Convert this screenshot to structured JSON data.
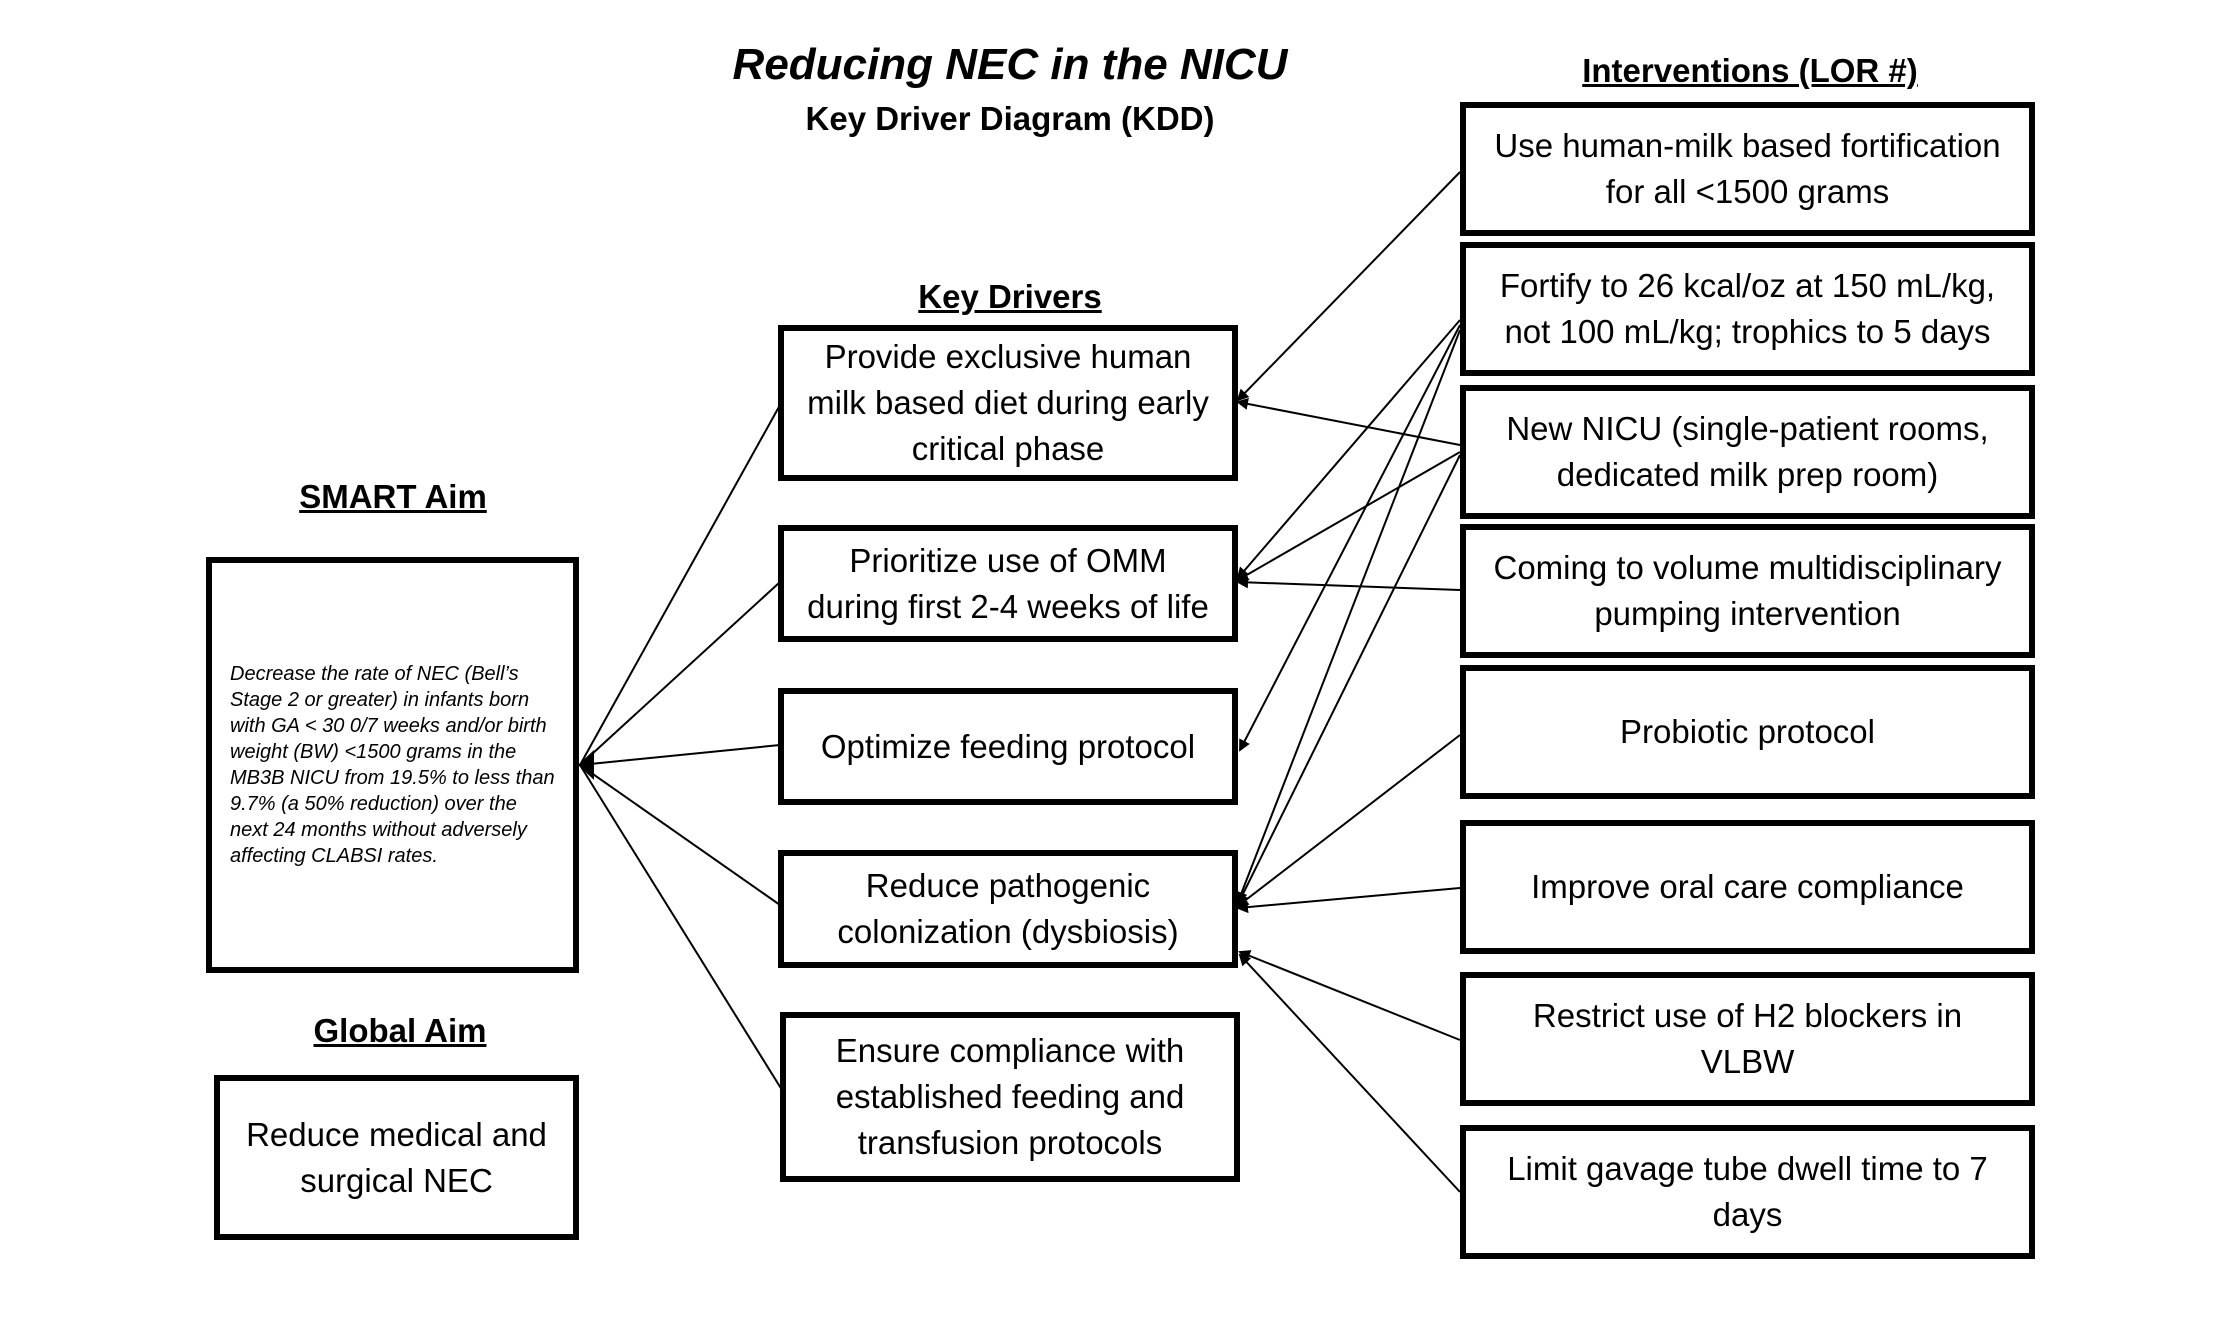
{
  "title": "Reducing NEC in the NICU",
  "subtitle": "Key Driver Diagram (KDD)",
  "headings": {
    "interventions": "Interventions (LOR #)",
    "key_drivers": "Key Drivers",
    "smart_aim": "SMART Aim",
    "global_aim": "Global Aim"
  },
  "smart_aim_text": "Decrease the rate of NEC (Bell’s Stage 2 or greater) in infants born with GA < 30 0/7 weeks and/or birth weight (BW) <1500 grams in the MB3B NICU from 19.5% to less than 9.7% (a 50% reduction) over the next 24 months without adversely affecting CLABSI rates.",
  "global_aim_text": "Reduce medical and surgical NEC",
  "key_drivers": [
    "Provide exclusive human milk based diet during early critical phase",
    "Prioritize use of OMM during first 2-4 weeks of life",
    "Optimize feeding protocol",
    "Reduce pathogenic colonization (dysbiosis)",
    "Ensure compliance with established feeding and transfusion protocols"
  ],
  "interventions": [
    "Use human-milk based fortification for all <1500 grams",
    "Fortify to 26 kcal/oz at 150 mL/kg, not 100 mL/kg; trophics to 5 days",
    "New NICU (single-patient rooms, dedicated milk prep room)",
    "Coming to volume multidisciplinary pumping intervention",
    "Probiotic protocol",
    "Improve oral care compliance",
    "Restrict use of H2 blockers in VLBW",
    "Limit gavage tube dwell time to 7 days"
  ],
  "colors": {
    "line": "#000000",
    "border": "#000000",
    "spellcheck": "#e04040"
  }
}
